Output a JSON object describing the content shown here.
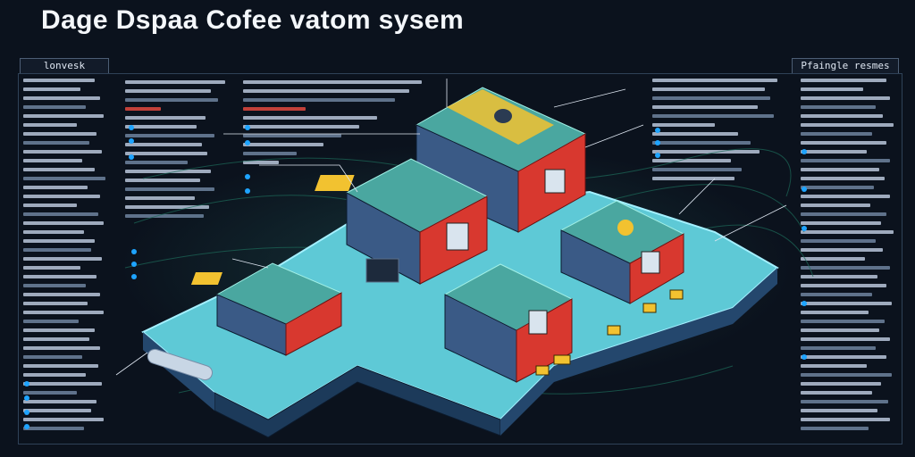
{
  "header": {
    "title": "Dage Dspaa Cofee vatom sysem"
  },
  "left_panel": {
    "label": "lonvesk"
  },
  "right_panel": {
    "label": "Pfaingle resmes"
  },
  "colors": {
    "background": "#0b121d",
    "platform": "#5ec9d6",
    "roof_red": "#d8382f",
    "wall_blue": "#3a5a86",
    "accent_yellow": "#f2c230",
    "annotation_blue": "#1ea4ff"
  }
}
